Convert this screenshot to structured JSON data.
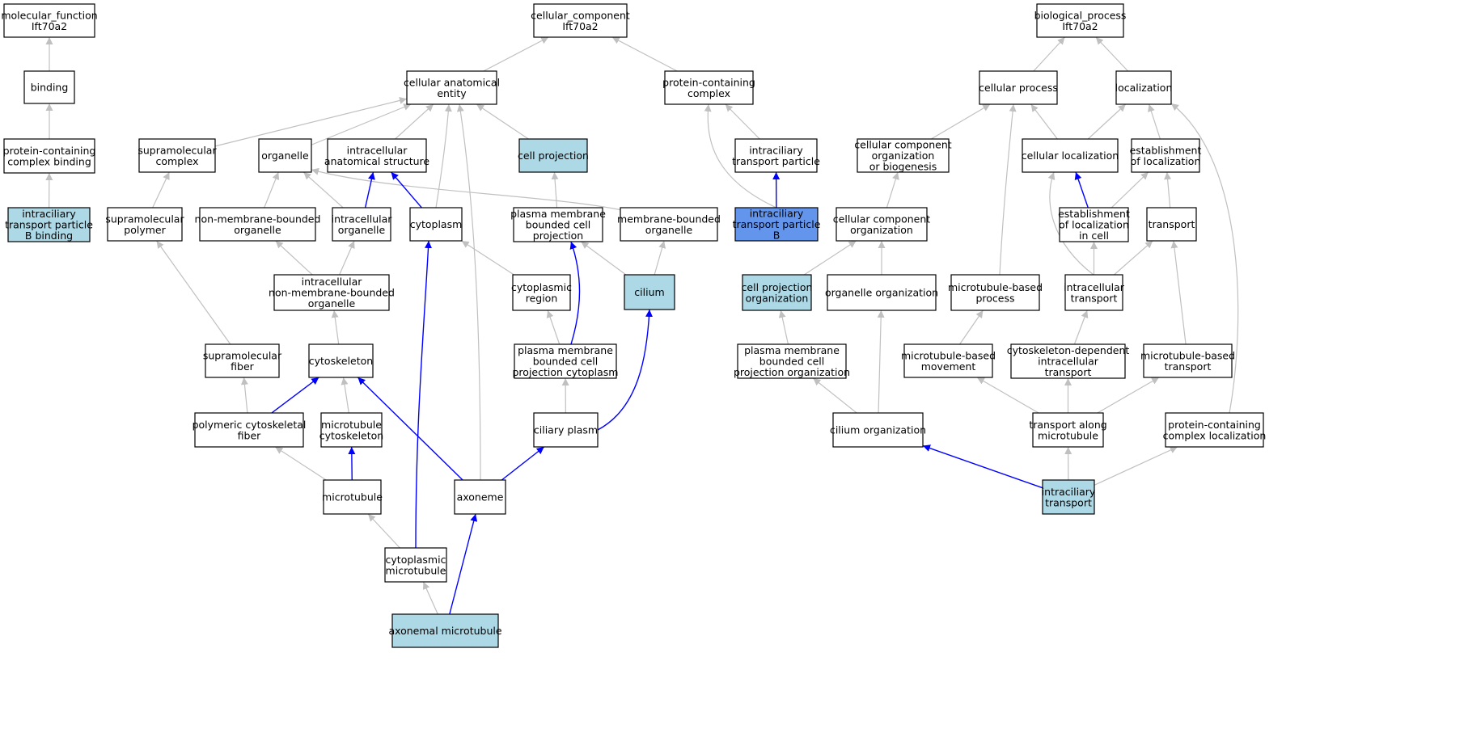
{
  "colors": {
    "default_fill": "#ffffff",
    "highlight_fill": "#add8e6",
    "focus_fill": "#6495ed",
    "edge_default": "#c0c0c0",
    "edge_highlight": "#0000ff"
  },
  "nodes": [
    {
      "id": "mf_root",
      "lines": [
        "molecular_function",
        "Ift70a2"
      ],
      "fill": "white"
    },
    {
      "id": "binding",
      "lines": [
        "binding"
      ],
      "fill": "white"
    },
    {
      "id": "pc_binding",
      "lines": [
        "protein-containing",
        "complex binding"
      ],
      "fill": "white"
    },
    {
      "id": "itp_b_binding",
      "lines": [
        "intraciliary",
        "transport particle",
        "B binding"
      ],
      "fill": "light"
    },
    {
      "id": "cc_root",
      "lines": [
        "cellular_component",
        "Ift70a2"
      ],
      "fill": "white"
    },
    {
      "id": "cae",
      "lines": [
        "cellular anatomical",
        "entity"
      ],
      "fill": "white"
    },
    {
      "id": "pcc",
      "lines": [
        "protein-containing",
        "complex"
      ],
      "fill": "white"
    },
    {
      "id": "supra_complex",
      "lines": [
        "supramolecular",
        "complex"
      ],
      "fill": "white"
    },
    {
      "id": "organelle",
      "lines": [
        "organelle"
      ],
      "fill": "white"
    },
    {
      "id": "ias",
      "lines": [
        "intracellular",
        "anatomical structure"
      ],
      "fill": "white"
    },
    {
      "id": "cell_projection",
      "lines": [
        "cell projection"
      ],
      "fill": "light"
    },
    {
      "id": "itp",
      "lines": [
        "intraciliary",
        "transport particle"
      ],
      "fill": "white"
    },
    {
      "id": "supra_polymer",
      "lines": [
        "supramolecular",
        "polymer"
      ],
      "fill": "white"
    },
    {
      "id": "nmbo",
      "lines": [
        "non-membrane-bounded",
        "organelle"
      ],
      "fill": "white"
    },
    {
      "id": "intra_org",
      "lines": [
        "intracellular",
        "organelle"
      ],
      "fill": "white"
    },
    {
      "id": "cytoplasm",
      "lines": [
        "cytoplasm"
      ],
      "fill": "white"
    },
    {
      "id": "pmbcp",
      "lines": [
        "plasma membrane",
        "bounded cell",
        "projection"
      ],
      "fill": "white"
    },
    {
      "id": "mbo",
      "lines": [
        "membrane-bounded",
        "organelle"
      ],
      "fill": "white"
    },
    {
      "id": "itp_b",
      "lines": [
        "intraciliary",
        "transport particle",
        "B"
      ],
      "fill": "focus"
    },
    {
      "id": "inmbo",
      "lines": [
        "intracellular",
        "non-membrane-bounded",
        "organelle"
      ],
      "fill": "white"
    },
    {
      "id": "cyto_region",
      "lines": [
        "cytoplasmic",
        "region"
      ],
      "fill": "white"
    },
    {
      "id": "cilium",
      "lines": [
        "cilium"
      ],
      "fill": "light"
    },
    {
      "id": "supra_fiber",
      "lines": [
        "supramolecular",
        "fiber"
      ],
      "fill": "white"
    },
    {
      "id": "cytoskeleton",
      "lines": [
        "cytoskeleton"
      ],
      "fill": "white"
    },
    {
      "id": "pmbcp_cyto",
      "lines": [
        "plasma membrane",
        "bounded cell",
        "projection cytoplasm"
      ],
      "fill": "white"
    },
    {
      "id": "poly_cyto_fiber",
      "lines": [
        "polymeric cytoskeletal",
        "fiber"
      ],
      "fill": "white"
    },
    {
      "id": "mt_cytoskeleton",
      "lines": [
        "microtubule",
        "cytoskeleton"
      ],
      "fill": "white"
    },
    {
      "id": "ciliary_plasm",
      "lines": [
        "ciliary plasm"
      ],
      "fill": "white"
    },
    {
      "id": "microtubule",
      "lines": [
        "microtubule"
      ],
      "fill": "white"
    },
    {
      "id": "axoneme",
      "lines": [
        "axoneme"
      ],
      "fill": "white"
    },
    {
      "id": "cyto_mt",
      "lines": [
        "cytoplasmic",
        "microtubule"
      ],
      "fill": "white"
    },
    {
      "id": "axo_mt",
      "lines": [
        "axonemal microtubule"
      ],
      "fill": "light"
    },
    {
      "id": "bp_root",
      "lines": [
        "biological_process",
        "Ift70a2"
      ],
      "fill": "white"
    },
    {
      "id": "cell_process",
      "lines": [
        "cellular process"
      ],
      "fill": "white"
    },
    {
      "id": "localization",
      "lines": [
        "localization"
      ],
      "fill": "white"
    },
    {
      "id": "ccob",
      "lines": [
        "cellular component",
        "organization",
        "or biogenesis"
      ],
      "fill": "white"
    },
    {
      "id": "cell_loc",
      "lines": [
        "cellular localization"
      ],
      "fill": "white"
    },
    {
      "id": "est_loc",
      "lines": [
        "establishment",
        "of localization"
      ],
      "fill": "white"
    },
    {
      "id": "cco",
      "lines": [
        "cellular component",
        "organization"
      ],
      "fill": "white"
    },
    {
      "id": "est_loc_cell",
      "lines": [
        "establishment",
        "of localization",
        "in cell"
      ],
      "fill": "white"
    },
    {
      "id": "transport",
      "lines": [
        "transport"
      ],
      "fill": "white"
    },
    {
      "id": "cpo",
      "lines": [
        "cell projection",
        "organization"
      ],
      "fill": "light"
    },
    {
      "id": "org_org",
      "lines": [
        "organelle organization"
      ],
      "fill": "white"
    },
    {
      "id": "mt_process",
      "lines": [
        "microtubule-based",
        "process"
      ],
      "fill": "white"
    },
    {
      "id": "intra_transport",
      "lines": [
        "intracellular",
        "transport"
      ],
      "fill": "white"
    },
    {
      "id": "pmbcpo",
      "lines": [
        "plasma membrane",
        "bounded cell",
        "projection organization"
      ],
      "fill": "white"
    },
    {
      "id": "mt_movement",
      "lines": [
        "microtubule-based",
        "movement"
      ],
      "fill": "white"
    },
    {
      "id": "cdit",
      "lines": [
        "cytoskeleton-dependent",
        "intracellular",
        "transport"
      ],
      "fill": "white"
    },
    {
      "id": "mt_transport",
      "lines": [
        "microtubule-based",
        "transport"
      ],
      "fill": "white"
    },
    {
      "id": "cilium_org",
      "lines": [
        "cilium organization"
      ],
      "fill": "white"
    },
    {
      "id": "transport_mt",
      "lines": [
        "transport along",
        "microtubule"
      ],
      "fill": "white"
    },
    {
      "id": "pcc_loc",
      "lines": [
        "protein-containing",
        "complex localization"
      ],
      "fill": "white"
    },
    {
      "id": "ift",
      "lines": [
        "intraciliary",
        "transport"
      ],
      "fill": "light"
    }
  ],
  "edges": [
    {
      "from": "binding",
      "to": "mf_root",
      "color": "gray"
    },
    {
      "from": "pc_binding",
      "to": "binding",
      "color": "gray"
    },
    {
      "from": "itp_b_binding",
      "to": "pc_binding",
      "color": "gray"
    },
    {
      "from": "cae",
      "to": "cc_root",
      "color": "gray"
    },
    {
      "from": "pcc",
      "to": "cc_root",
      "color": "gray"
    },
    {
      "from": "supra_complex",
      "to": "cae",
      "color": "gray"
    },
    {
      "from": "organelle",
      "to": "cae",
      "color": "gray"
    },
    {
      "from": "ias",
      "to": "cae",
      "color": "gray"
    },
    {
      "from": "cell_projection",
      "to": "cae",
      "color": "gray"
    },
    {
      "from": "cytoplasm",
      "to": "cae",
      "color": "gray"
    },
    {
      "from": "axoneme",
      "to": "cae",
      "color": "gray"
    },
    {
      "from": "itp",
      "to": "pcc",
      "color": "gray"
    },
    {
      "from": "itp_b",
      "to": "pcc",
      "color": "gray"
    },
    {
      "from": "itp_b",
      "to": "itp",
      "color": "blue"
    },
    {
      "from": "supra_polymer",
      "to": "supra_complex",
      "color": "gray"
    },
    {
      "from": "nmbo",
      "to": "organelle",
      "color": "gray"
    },
    {
      "from": "intra_org",
      "to": "organelle",
      "color": "gray"
    },
    {
      "from": "mbo",
      "to": "organelle",
      "color": "gray"
    },
    {
      "from": "intra_org",
      "to": "ias",
      "color": "blue"
    },
    {
      "from": "cytoplasm",
      "to": "ias",
      "color": "blue"
    },
    {
      "from": "pmbcp",
      "to": "cell_projection",
      "color": "gray"
    },
    {
      "from": "inmbo",
      "to": "nmbo",
      "color": "gray"
    },
    {
      "from": "inmbo",
      "to": "intra_org",
      "color": "gray"
    },
    {
      "from": "cyto_region",
      "to": "cytoplasm",
      "color": "gray"
    },
    {
      "from": "cyto_mt",
      "to": "cytoplasm",
      "color": "blue"
    },
    {
      "from": "cilium",
      "to": "pmbcp",
      "color": "gray"
    },
    {
      "from": "pmbcp_cyto",
      "to": "pmbcp",
      "color": "blue"
    },
    {
      "from": "cilium",
      "to": "mbo",
      "color": "gray"
    },
    {
      "from": "pmbcp_cyto",
      "to": "cyto_region",
      "color": "gray"
    },
    {
      "from": "ciliary_plasm",
      "to": "cilium",
      "color": "blue"
    },
    {
      "from": "cytoskeleton",
      "to": "inmbo",
      "color": "gray"
    },
    {
      "from": "supra_fiber",
      "to": "supra_polymer",
      "color": "gray"
    },
    {
      "from": "poly_cyto_fiber",
      "to": "supra_fiber",
      "color": "gray"
    },
    {
      "from": "poly_cyto_fiber",
      "to": "cytoskeleton",
      "color": "blue"
    },
    {
      "from": "mt_cytoskeleton",
      "to": "cytoskeleton",
      "color": "gray"
    },
    {
      "from": "axoneme",
      "to": "cytoskeleton",
      "color": "blue"
    },
    {
      "from": "ciliary_plasm",
      "to": "pmbcp_cyto",
      "color": "gray"
    },
    {
      "from": "microtubule",
      "to": "poly_cyto_fiber",
      "color": "gray"
    },
    {
      "from": "microtubule",
      "to": "mt_cytoskeleton",
      "color": "blue"
    },
    {
      "from": "axoneme",
      "to": "ciliary_plasm",
      "color": "blue"
    },
    {
      "from": "cyto_mt",
      "to": "microtubule",
      "color": "gray"
    },
    {
      "from": "axo_mt",
      "to": "cyto_mt",
      "color": "gray"
    },
    {
      "from": "axo_mt",
      "to": "axoneme",
      "color": "blue"
    },
    {
      "from": "cell_process",
      "to": "bp_root",
      "color": "gray"
    },
    {
      "from": "localization",
      "to": "bp_root",
      "color": "gray"
    },
    {
      "from": "ccob",
      "to": "cell_process",
      "color": "gray"
    },
    {
      "from": "cell_loc",
      "to": "cell_process",
      "color": "gray"
    },
    {
      "from": "mt_process",
      "to": "cell_process",
      "color": "gray"
    },
    {
      "from": "cell_loc",
      "to": "localization",
      "color": "gray"
    },
    {
      "from": "est_loc",
      "to": "localization",
      "color": "gray"
    },
    {
      "from": "pcc_loc",
      "to": "localization",
      "color": "gray"
    },
    {
      "from": "cco",
      "to": "ccob",
      "color": "gray"
    },
    {
      "from": "est_loc_cell",
      "to": "cell_loc",
      "color": "blue"
    },
    {
      "from": "intra_transport",
      "to": "cell_loc",
      "color": "gray"
    },
    {
      "from": "est_loc_cell",
      "to": "est_loc",
      "color": "gray"
    },
    {
      "from": "transport",
      "to": "est_loc",
      "color": "gray"
    },
    {
      "from": "cpo",
      "to": "cco",
      "color": "gray"
    },
    {
      "from": "org_org",
      "to": "cco",
      "color": "gray"
    },
    {
      "from": "intra_transport",
      "to": "est_loc_cell",
      "color": "gray"
    },
    {
      "from": "intra_transport",
      "to": "transport",
      "color": "gray"
    },
    {
      "from": "mt_transport",
      "to": "transport",
      "color": "gray"
    },
    {
      "from": "pmbcpo",
      "to": "cpo",
      "color": "gray"
    },
    {
      "from": "cilium_org",
      "to": "org_org",
      "color": "gray"
    },
    {
      "from": "mt_movement",
      "to": "mt_process",
      "color": "gray"
    },
    {
      "from": "cdit",
      "to": "intra_transport",
      "color": "gray"
    },
    {
      "from": "cilium_org",
      "to": "pmbcpo",
      "color": "gray"
    },
    {
      "from": "transport_mt",
      "to": "mt_movement",
      "color": "gray"
    },
    {
      "from": "transport_mt",
      "to": "cdit",
      "color": "gray"
    },
    {
      "from": "transport_mt",
      "to": "mt_transport",
      "color": "gray"
    },
    {
      "from": "ift",
      "to": "cilium_org",
      "color": "blue"
    },
    {
      "from": "ift",
      "to": "transport_mt",
      "color": "gray"
    },
    {
      "from": "ift",
      "to": "pcc_loc",
      "color": "gray"
    }
  ]
}
